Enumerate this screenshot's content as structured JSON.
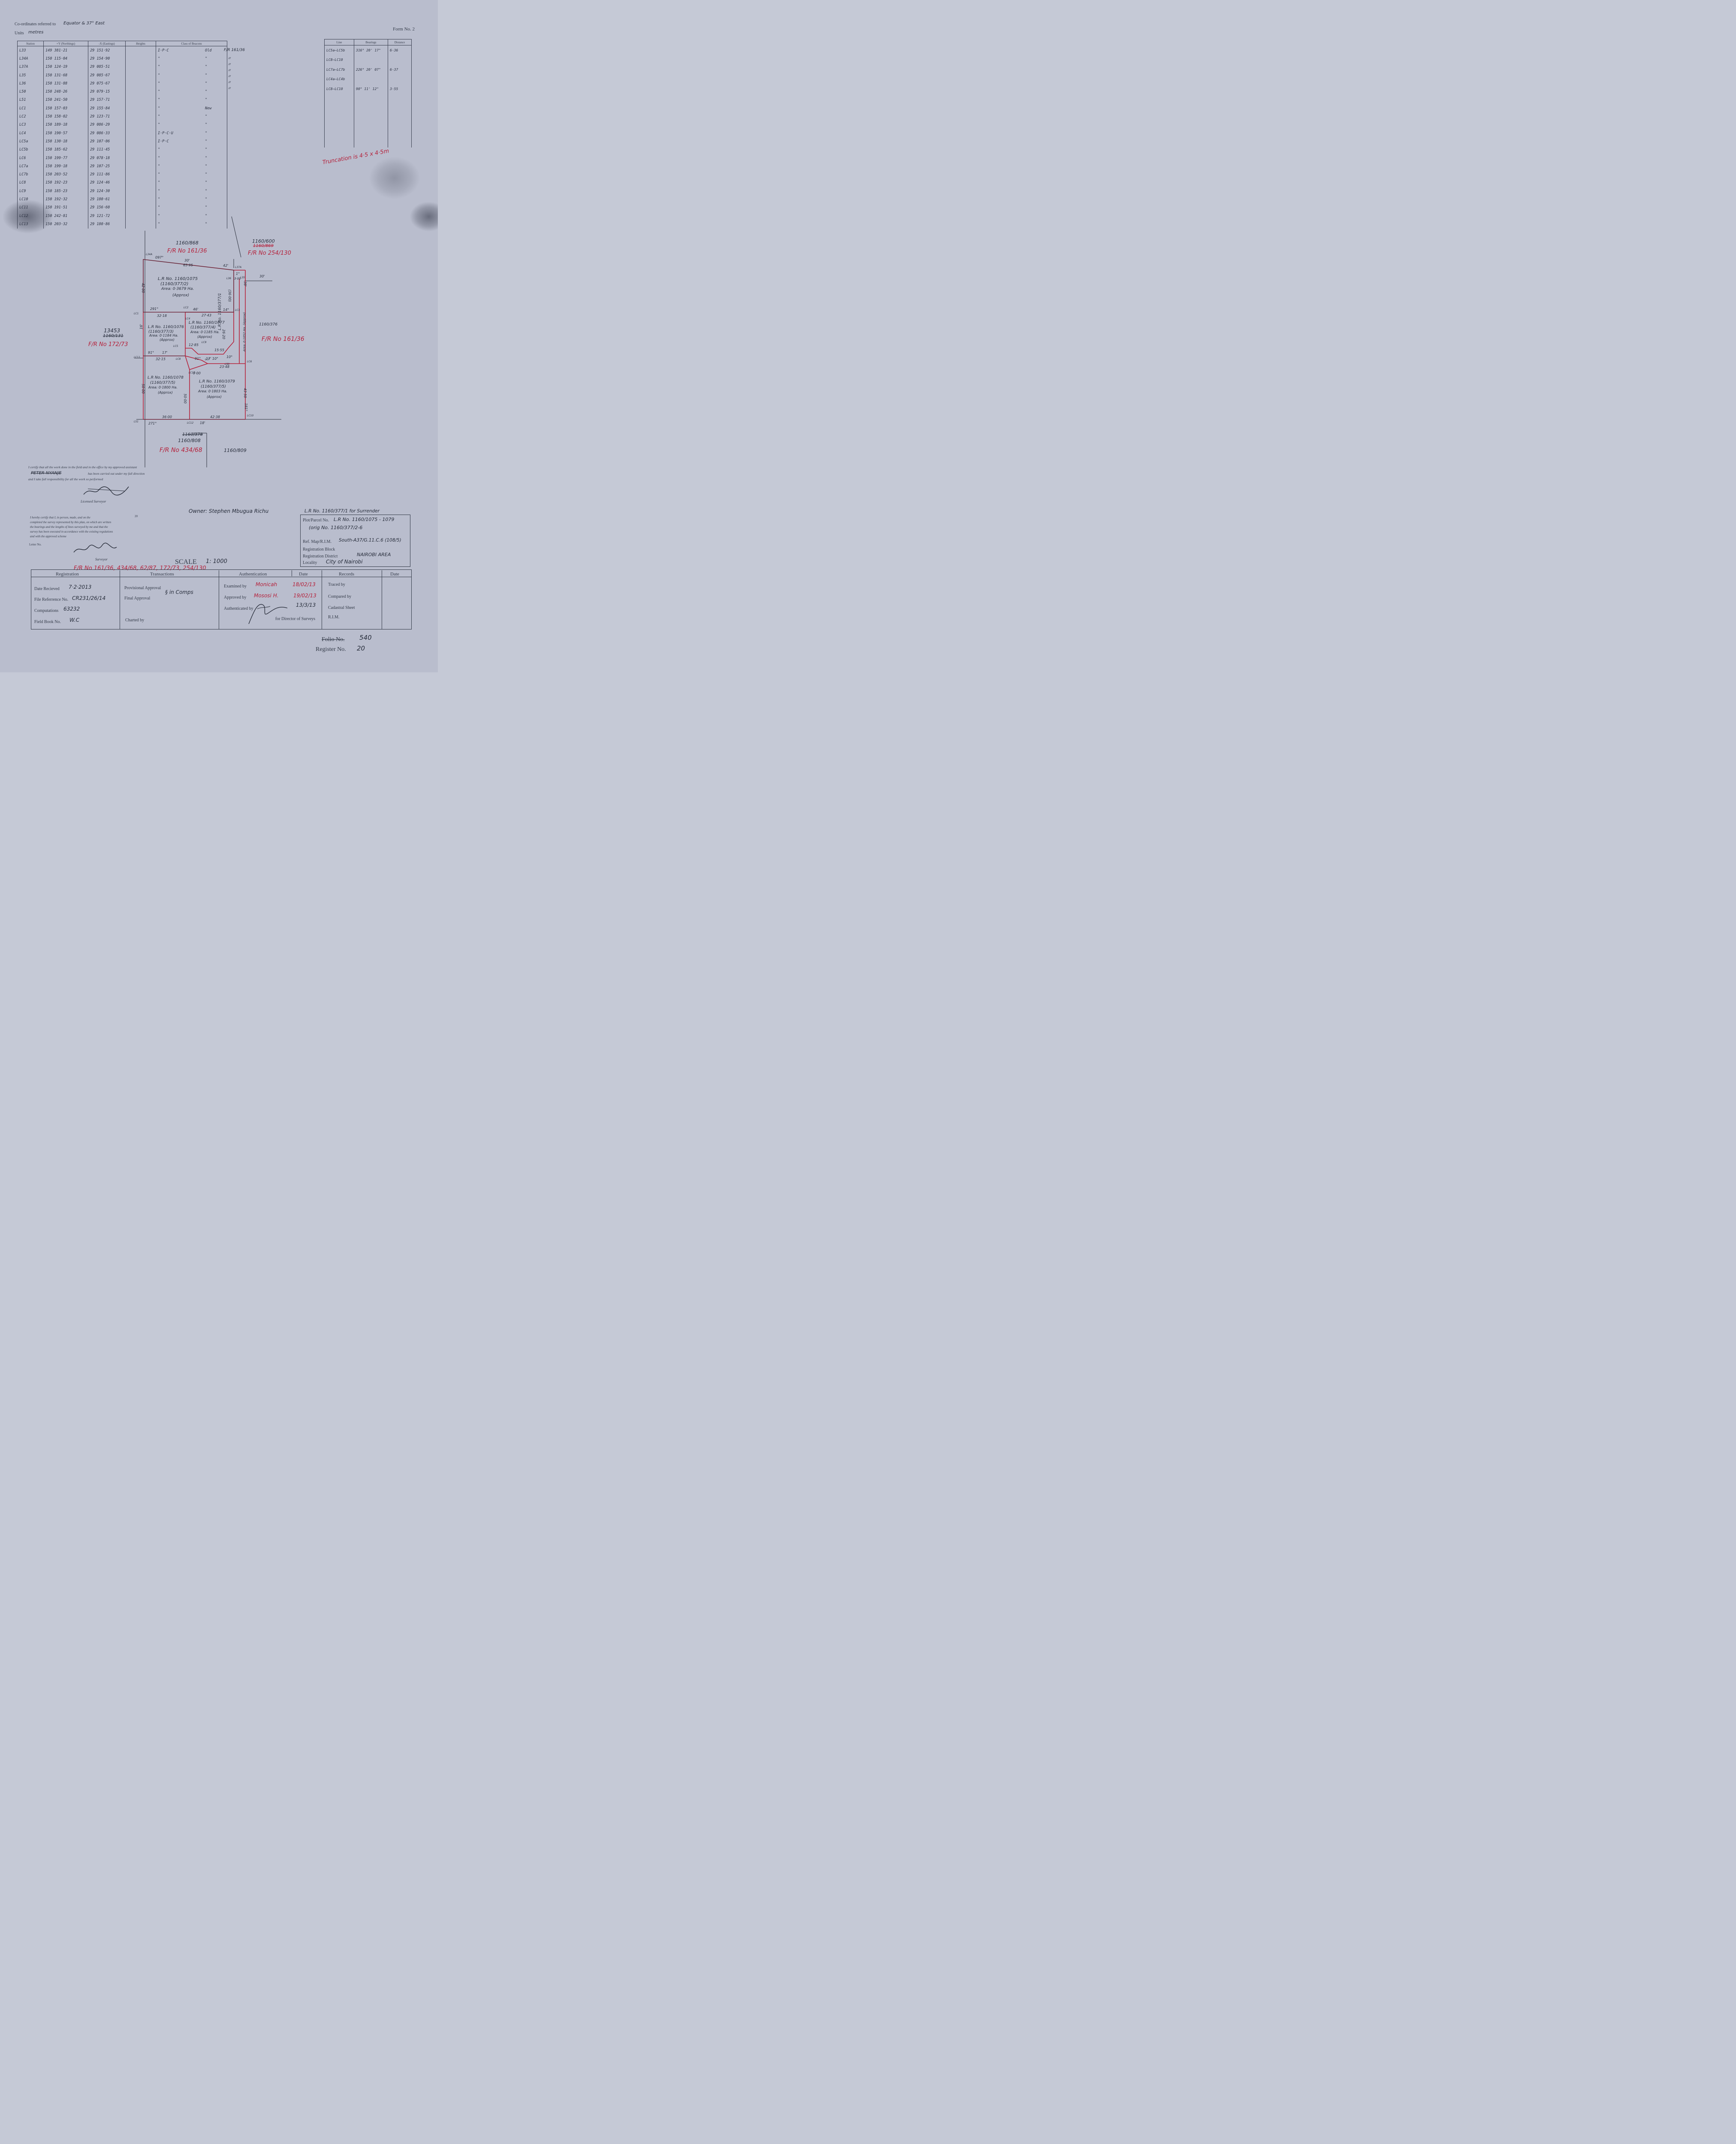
{
  "header": {
    "coord_label": "Co-ordinates referred to",
    "coord_value": "Equator & 37° East",
    "units_label": "Units",
    "units_value": "metres",
    "form_no": "Form No. 2"
  },
  "coord_table": {
    "headers": [
      "Station",
      "+Y (Northings)",
      "-X (Eastings)",
      "Heights",
      "Class of Beacons"
    ],
    "note": "F/R 161/36",
    "rows": [
      {
        "station": "L33",
        "y": "149 381·21",
        "x": "29 151·92",
        "cls": "I·P·C",
        "cond": "Old"
      },
      {
        "station": "L34A",
        "y": "150 115·04",
        "x": "29 154·90",
        "cls": "\"",
        "cond": "\""
      },
      {
        "station": "L37A",
        "y": "150 124·19",
        "x": "29 085·51",
        "cls": "\"",
        "cond": "\""
      },
      {
        "station": "L35",
        "y": "150 131·68",
        "x": "29 085·67",
        "cls": "\"",
        "cond": "\""
      },
      {
        "station": "L36",
        "y": "150 131·88",
        "x": "29 075·67",
        "cls": "\"",
        "cond": "\""
      },
      {
        "station": "L50",
        "y": "150 248·26",
        "x": "29 079·15",
        "cls": "\"",
        "cond": "\""
      },
      {
        "station": "L51",
        "y": "150 241·50",
        "x": "29 157·71",
        "cls": "\"",
        "cond": "\""
      },
      {
        "station": "LC1",
        "y": "150 157·03",
        "x": "29 155·84",
        "cls": "\"",
        "cond": "New"
      },
      {
        "station": "LC2",
        "y": "150 158·02",
        "x": "29 123·71",
        "cls": "\"",
        "cond": "\""
      },
      {
        "station": "LC3",
        "y": "150 189·18",
        "x": "29 086·29",
        "cls": "\"",
        "cond": "\""
      },
      {
        "station": "LC4",
        "y": "150 190·57",
        "x": "29 086·33",
        "cls": "I·P·C·U",
        "cond": "\""
      },
      {
        "station": "LC5a",
        "y": "150 130·18",
        "x": "29 107·06",
        "cls": "I·P·C",
        "cond": "\""
      },
      {
        "station": "LC5b",
        "y": "150 185·62",
        "x": "29 111·45",
        "cls": "\"",
        "cond": "\""
      },
      {
        "station": "LC6",
        "y": "150 199·77",
        "x": "29 078·18",
        "cls": "\"",
        "cond": "\""
      },
      {
        "station": "LC7a",
        "y": "150 199·18",
        "x": "29 107·25",
        "cls": "\"",
        "cond": "\""
      },
      {
        "station": "LC7b",
        "y": "150 203·52",
        "x": "29 111·86",
        "cls": "\"",
        "cond": "\""
      },
      {
        "station": "LC8",
        "y": "150 192·23",
        "x": "29 124·46",
        "cls": "\"",
        "cond": "\""
      },
      {
        "station": "LC9",
        "y": "150 185·23",
        "x": "29 124·30",
        "cls": "\"",
        "cond": "\""
      },
      {
        "station": "LC10",
        "y": "150 192·32",
        "x": "29 180·61",
        "cls": "\"",
        "cond": "\""
      },
      {
        "station": "LC11",
        "y": "150 191·51",
        "x": "29 156·60",
        "cls": "\"",
        "cond": "\""
      },
      {
        "station": "LC12",
        "y": "150 242·81",
        "x": "29 121·72",
        "cls": "\"",
        "cond": "\""
      },
      {
        "station": "LC13",
        "y": "150 203·32",
        "x": "29 180·86",
        "cls": "\"",
        "cond": "\""
      }
    ]
  },
  "bearing_table": {
    "headers": [
      "Line",
      "Bearings",
      "Distance"
    ],
    "rows": [
      {
        "line": "LC5a–LC5b",
        "bearing": "316° 20' 17\"",
        "dist": "6·36"
      },
      {
        "line": "LC8–LC10",
        "bearing": "",
        "dist": ""
      },
      {
        "line": "LC7a–LC7b",
        "bearing": "226° 20' 07\"",
        "dist": "6·37"
      },
      {
        "line": "LC4a–LC4b",
        "bearing": "",
        "dist": ""
      },
      {
        "line": "LC8–LC10",
        "bearing": "90° 11' 12\"",
        "dist": "3·55"
      }
    ]
  },
  "truncation_note": "Truncation is 4·5 x 4·5m",
  "plan": {
    "parcel_top": [
      "L.R No. 1160/1075",
      "(1160/377/2)",
      "Area: 0·3679 Ha.",
      "(Approx)"
    ],
    "parcel_1076": [
      "L.R No. 1160/1076",
      "(1160/377/3)",
      "Area: 0·1184 Ha.",
      "(Approx)"
    ],
    "parcel_1077": [
      "L.R No. 1160/1077",
      "(1160/377/4)",
      "Area: 0·1185 Ha.",
      "(Approx)"
    ],
    "parcel_1078": [
      "L.R No. 1160/1078",
      "(1160/377/5)",
      "Area: 0·1800 Ha.",
      "(Approx)"
    ],
    "parcel_1079": [
      "L.R No. 1160/1079",
      "(1160/377/5)",
      "Area: 0·1803 Ha.",
      "(Approx)"
    ],
    "strip_parcel": "L.R No. 1160/377/1",
    "strip_area": "Area: 0·1052 Ha. (Approx)",
    "adj_top": "1160/868",
    "fr_top": "F/R No 161/36",
    "adj_top_right": "1160/600",
    "adj_top_right_old": "1160/869",
    "fr_top_right": "F/R No 254/130",
    "adj_left_new": "13453",
    "adj_left_old": "1160/131",
    "fr_left": "F/R No 172/73",
    "adj_right": "1160/376",
    "fr_right": "F/R No 161/36",
    "adj_bottom_old": "1160/378",
    "adj_bottom": "1160/808",
    "fr_bottom": "F/R No 434/68",
    "adj_bottom_right": "1160/809",
    "dims": {
      "top_dist": "65·95",
      "top_bear": "097°",
      "top_mid": "30'",
      "left_top": "42·00",
      "mid_dist": "32·18",
      "mid2_dist": "27·43",
      "lower_dist": "32·15",
      "lower2": "23·48",
      "bot_left": "36·00",
      "bot_right": "42·38",
      "left_low": "50·00",
      "mid_low": "50·00",
      "right_low": "43·50",
      "inner1": "12·85",
      "inner2": "15·55",
      "inner3": "26·20",
      "inner4": "9·00",
      "strip_w": "3·00",
      "strip_h": "(36·00)",
      "b1": "291°",
      "b2": "14°",
      "b3": "91°",
      "b4": "17'",
      "b5": "271°",
      "b6": "181°",
      "b7": "18'",
      "b8": "46'",
      "b9": "42'",
      "b10": "38'",
      "b11": "91°",
      "b12": "17' 10\"",
      "b13": "10°",
      "b14": "16'",
      "b15": "1°",
      "b16": "30'"
    },
    "stations": [
      "L34A",
      "L37A",
      "L36",
      "L35",
      "LC1",
      "LC2",
      "LC3",
      "LC4",
      "LC5",
      "LC6",
      "LC7",
      "LC8",
      "LC9",
      "LC10",
      "LC11",
      "LC12",
      "LC13",
      "L51",
      "L50"
    ]
  },
  "certificate1": {
    "text1": "I certify that all the work done in the field and in the office by my approved assistant",
    "assistant": "PETER NYANJE",
    "text2": "has been carried out under my full direction",
    "text3": "and I take full responsibility for all the work so performed",
    "sign_label": "Licensed Surveyor"
  },
  "certificate2": {
    "text1": "I hereby certify that I, in person, made, and on the",
    "text2": "completed the survey represented by this plan, on which are written",
    "text3": "the bearings and the lengths of lines surveyed by me and that the",
    "text4": "survey has been executed in accordance with the existing regulations",
    "text5": "and with the approved scheme",
    "page_no": "20",
    "letter_label": "Letter No.",
    "sign_label": "Surveyor"
  },
  "owner": "Owner: Stephen Mbugua Richu",
  "surrender": "L.R No. 1160/377/1 for Surrender",
  "parcel_box": {
    "plot_label": "Plot/Parcel No.",
    "plot_value": "L.R No. 1160/1075 - 1079",
    "orig_value": "(orig No. 1160/377/2-6",
    "ref_label": "Ref. Map/R.I.M.",
    "ref_value": "South-A37/G.11.C.6 (108/5)",
    "block_label": "Registration Block",
    "district_label": "Registration District",
    "district_value": "NAIROBI AREA",
    "locality_label": "Locality",
    "locality_value": "City of Nairobi"
  },
  "scale": {
    "label": "SCALE",
    "value": "1: 1000"
  },
  "fr_refs": "F/R No 161/36, 434/68, 62/87, 172/73, 254/130",
  "bottom": {
    "registration": "Registration",
    "transactions": "Transactions",
    "authentication": "Authentication",
    "date": "Date",
    "records": "Records",
    "date2": "Date",
    "date_received_label": "Date Recieved",
    "date_received": "7·2·2013",
    "file_ref_label": "File Referrence No.",
    "file_ref": "CR231/26/14",
    "computations_label": "Computations",
    "computations": "63232",
    "field_book_label": "Field Book No.",
    "field_book": "W.C",
    "prov_label": "Provisional Approval",
    "final_label": "Final Approval",
    "in_comps": "§ in Comps",
    "charted_label": "Charted by",
    "examined_label": "Examined by",
    "examined_by": "Monicah",
    "examined_date": "18/02/13",
    "approved_label": "Approved by",
    "approved_by": "Mososi H.",
    "approved_date": "19/02/13",
    "authenticated_label": "Authenticated by",
    "authenticated_date": "13/3/13",
    "director_label": "for Director of Surveys",
    "traced_label": "Traced by",
    "compared_label": "Compared by",
    "cadastral_label": "Cadastral Sheet",
    "rim_label": "R.I.M."
  },
  "folio": {
    "folio_label": "Folio No.",
    "folio": "540",
    "register_label": "Register No.",
    "register": "20"
  }
}
